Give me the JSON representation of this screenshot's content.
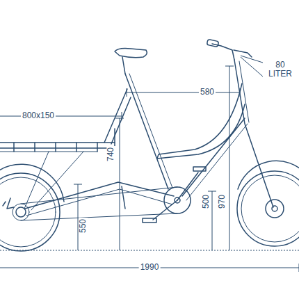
{
  "diagram": {
    "labels": [
      "80 LITER",
      "580",
      "800x150",
      "740",
      "500",
      "970",
      "550",
      "1990"
    ]
  }
}
